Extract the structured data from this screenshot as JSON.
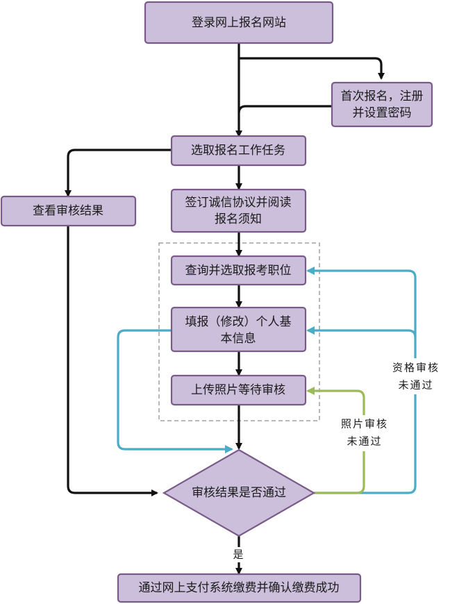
{
  "nodes": {
    "login": "登录网上报名网站",
    "first_register_l1": "首次报名，注册",
    "first_register_l2": "并设置密码",
    "select_task": "选取报名工作任务",
    "check_result": "查看审核结果",
    "sign_l1": "签订诚信协议并阅读",
    "sign_l2": "报名须知",
    "query_position": "查询并选取报考职位",
    "fill_l1": "填报（修改）个人基",
    "fill_l2": "本信息",
    "upload_photo": "上传照片等待审核",
    "review_decision": "审核结果是否通过",
    "pay": "通过网上支付系统缴费并确认缴费成功"
  },
  "labels": {
    "yes": "是",
    "qual_fail_l1": "资格审核",
    "qual_fail_l2": "未通过",
    "photo_fail_l1": "照片审核",
    "photo_fail_l2": "未通过"
  },
  "colors": {
    "node_fill": "#cbbfdb",
    "node_border": "#7a5a88",
    "main_arrow": "#111111",
    "qualification_fail_arrow": "#4aacc6",
    "photo_fail_arrow": "#9bbb59",
    "group_border": "#a0a0a0"
  }
}
